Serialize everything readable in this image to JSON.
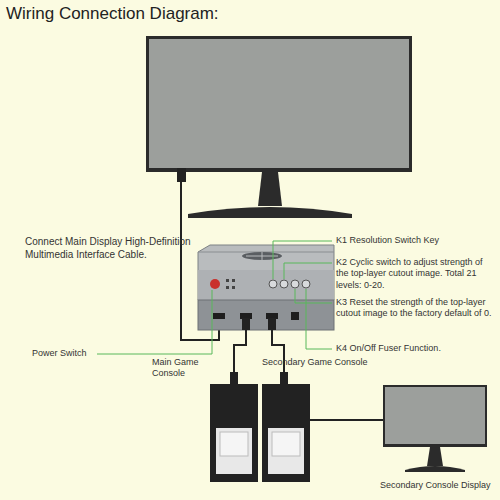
{
  "diagram": {
    "title": "Wiring Connection Diagram:",
    "labels": [
      "Connect Main Display High-Definition Multimedia Interface Cable.",
      "K1 Resolution Switch Key",
      "K2 Cyclic switch to adjust strength of the top-layer cutout image. Total 21 levels: 0-20.",
      "K3 Reset the strength of the top-layer cutout image to the factory default of 0.",
      "K4 On/Off Fuser Function.",
      "Power Switch",
      "Main Game Console",
      "Secondary Game Console",
      "Secondary Console Display"
    ]
  }
}
